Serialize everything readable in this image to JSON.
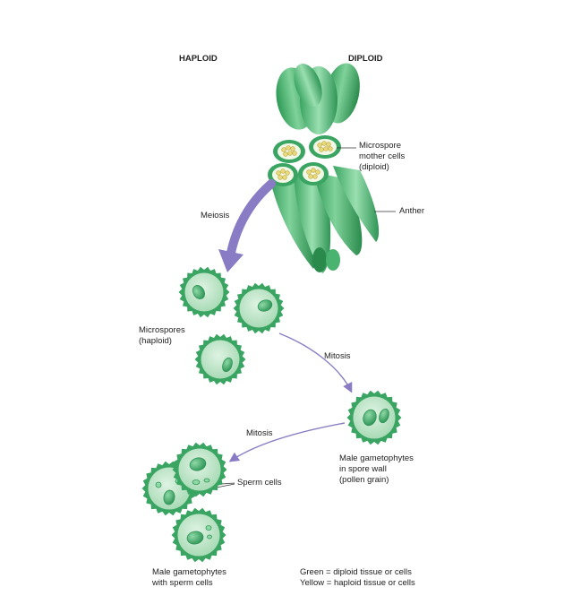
{
  "headers": {
    "haploid": "HAPLOID",
    "diploid": "DIPLOID"
  },
  "labels": {
    "microspore_mother": [
      "Microspore",
      "mother cells",
      "(diploid)"
    ],
    "anther": "Anther",
    "meiosis": "Meiosis",
    "microspores": [
      "Microspores",
      "(haploid)"
    ],
    "mitosis_1": "Mitosis",
    "male_gametophytes_wall": [
      "Male gametophytes",
      "in spore wall",
      "(pollen grain)"
    ],
    "mitosis_2": "Mitosis",
    "sperm_cells": "Sperm cells",
    "male_gametophytes_sperm": [
      "Male gametophytes",
      "with sperm cells"
    ]
  },
  "legend": {
    "green": "Green = diploid tissue or cells",
    "yellow": "Yellow = haploid tissue or cells"
  },
  "colors": {
    "tissue_dark": "#2e9a56",
    "tissue_mid": "#5cc17e",
    "tissue_light": "#bfe6c8",
    "nucleus": "#3aa561",
    "haploid_yellow": "#e8d979",
    "arrow_purple": "#8a7cc4"
  }
}
